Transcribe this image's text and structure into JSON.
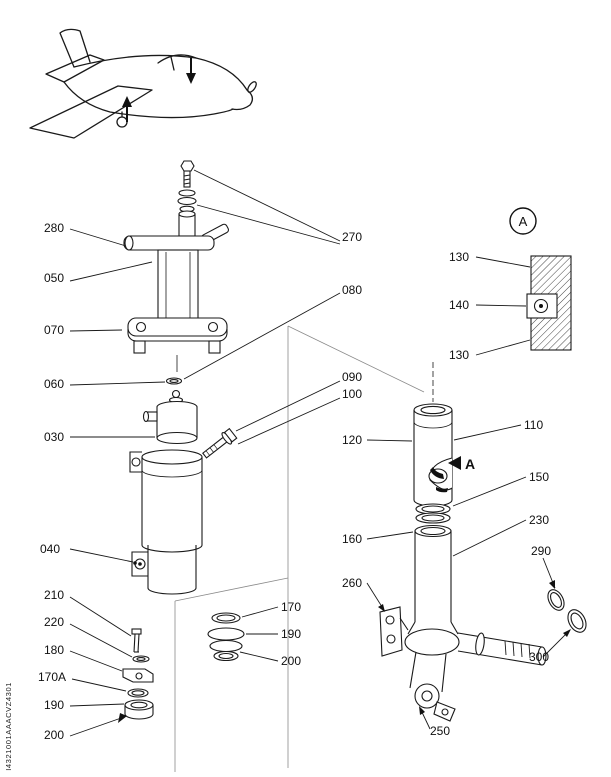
{
  "figure": {
    "vertical_code": "I4321001AAACVZ4301",
    "detail_circle_label": "A",
    "detail_arrow_label": "A"
  },
  "colors": {
    "line": "#1a1a1a",
    "background": "#ffffff"
  },
  "callouts": {
    "c280": "280",
    "c050": "050",
    "c070": "070",
    "c060": "060",
    "c030": "030",
    "c040": "040",
    "c210": "210",
    "c220": "220",
    "c180": "180",
    "c170A": "170A",
    "c190_left": "190",
    "c200_left": "200",
    "c270": "270",
    "c080": "080",
    "c090": "090",
    "c100": "100",
    "c170": "170",
    "c190_mid": "190",
    "c200_mid": "200",
    "c130_top": "130",
    "c140": "140",
    "c130_bottom": "130",
    "c110": "110",
    "c120": "120",
    "c150": "150",
    "c230": "230",
    "c290": "290",
    "c160": "160",
    "c260": "260",
    "c300": "300",
    "c250": "250"
  }
}
